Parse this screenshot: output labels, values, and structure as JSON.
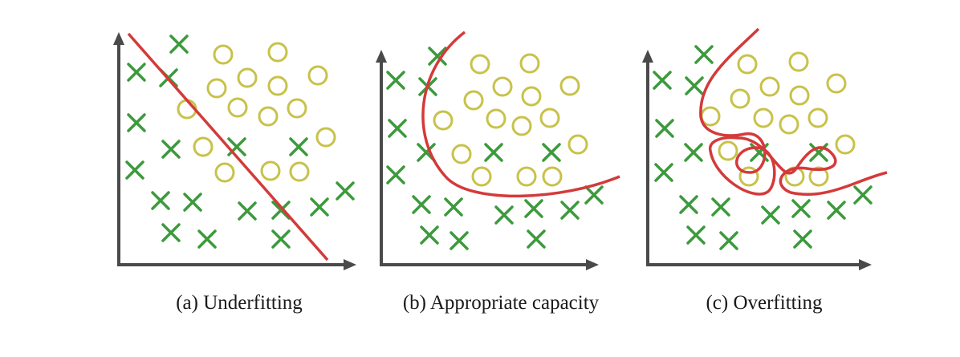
{
  "colors": {
    "axis": "#4a4a4a",
    "cross": "#3c9a3c",
    "circle": "#c8c24a",
    "boundary": "#d43a3a"
  },
  "icons": {
    "class_x": "cross-marker-icon",
    "class_o": "circle-marker-icon"
  },
  "panels": [
    {
      "id": "underfitting",
      "caption": "(a) Underfitting"
    },
    {
      "id": "appropriate",
      "caption": "(b) Appropriate capacity"
    },
    {
      "id": "overfitting",
      "caption": "(c) Overfitting"
    }
  ]
}
